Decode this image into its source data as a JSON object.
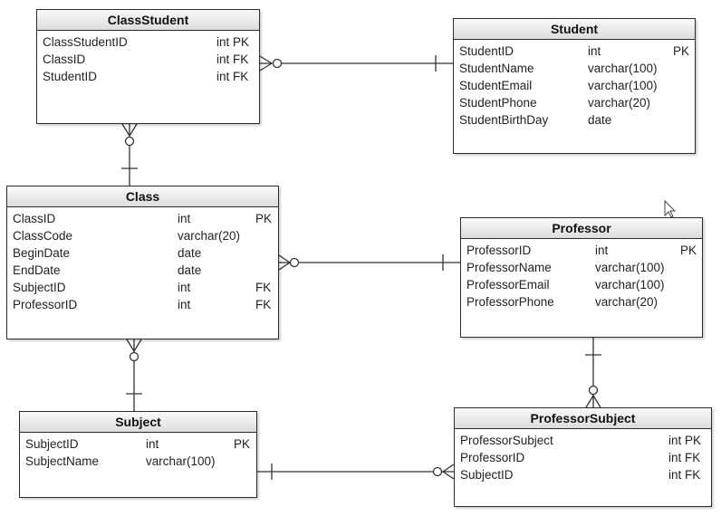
{
  "entities": {
    "classstudent": {
      "title": "ClassStudent",
      "fields": [
        {
          "name": "ClassStudentID",
          "type": "int PK"
        },
        {
          "name": "ClassID",
          "type": "int FK"
        },
        {
          "name": "StudentID",
          "type": "int FK"
        }
      ]
    },
    "student": {
      "title": "Student",
      "fields": [
        {
          "name": "StudentID",
          "type": "int",
          "key": "PK"
        },
        {
          "name": "StudentName",
          "type": "varchar(100)",
          "key": ""
        },
        {
          "name": "StudentEmail",
          "type": "varchar(100)",
          "key": ""
        },
        {
          "name": "StudentPhone",
          "type": "varchar(20)",
          "key": ""
        },
        {
          "name": "StudentBirthDay",
          "type": "date",
          "key": ""
        }
      ]
    },
    "class": {
      "title": "Class",
      "fields": [
        {
          "name": "ClassID",
          "type": "int",
          "key": "PK"
        },
        {
          "name": "ClassCode",
          "type": "varchar(20)",
          "key": ""
        },
        {
          "name": "BeginDate",
          "type": "date",
          "key": ""
        },
        {
          "name": "EndDate",
          "type": "date",
          "key": ""
        },
        {
          "name": "SubjectID",
          "type": "int",
          "key": "FK"
        },
        {
          "name": "ProfessorID",
          "type": "int",
          "key": "FK"
        }
      ]
    },
    "professor": {
      "title": "Professor",
      "fields": [
        {
          "name": "ProfessorID",
          "type": "int",
          "key": "PK"
        },
        {
          "name": "ProfessorName",
          "type": "varchar(100)",
          "key": ""
        },
        {
          "name": "ProfessorEmail",
          "type": "varchar(100)",
          "key": ""
        },
        {
          "name": "ProfessorPhone",
          "type": "varchar(20)",
          "key": ""
        }
      ]
    },
    "subject": {
      "title": "Subject",
      "fields": [
        {
          "name": "SubjectID",
          "type": "int",
          "key": "PK"
        },
        {
          "name": "SubjectName",
          "type": "varchar(100)",
          "key": ""
        }
      ]
    },
    "professorsubject": {
      "title": "ProfessorSubject",
      "fields": [
        {
          "name": "ProfessorSubject",
          "type": "int PK"
        },
        {
          "name": "ProfessorID",
          "type": "int FK"
        },
        {
          "name": "SubjectID",
          "type": "int FK"
        }
      ]
    }
  },
  "relationships": [
    {
      "from": "ClassStudent",
      "to": "Student",
      "from_cardinality": "zero-or-many",
      "to_cardinality": "one"
    },
    {
      "from": "ClassStudent",
      "to": "Class",
      "from_cardinality": "zero-or-many",
      "to_cardinality": "one"
    },
    {
      "from": "Class",
      "to": "Professor",
      "from_cardinality": "zero-or-many",
      "to_cardinality": "one"
    },
    {
      "from": "Class",
      "to": "Subject",
      "from_cardinality": "zero-or-many",
      "to_cardinality": "one"
    },
    {
      "from": "ProfessorSubject",
      "to": "Professor",
      "from_cardinality": "zero-or-many",
      "to_cardinality": "one"
    },
    {
      "from": "ProfessorSubject",
      "to": "Subject",
      "from_cardinality": "zero-or-many",
      "to_cardinality": "one"
    }
  ]
}
